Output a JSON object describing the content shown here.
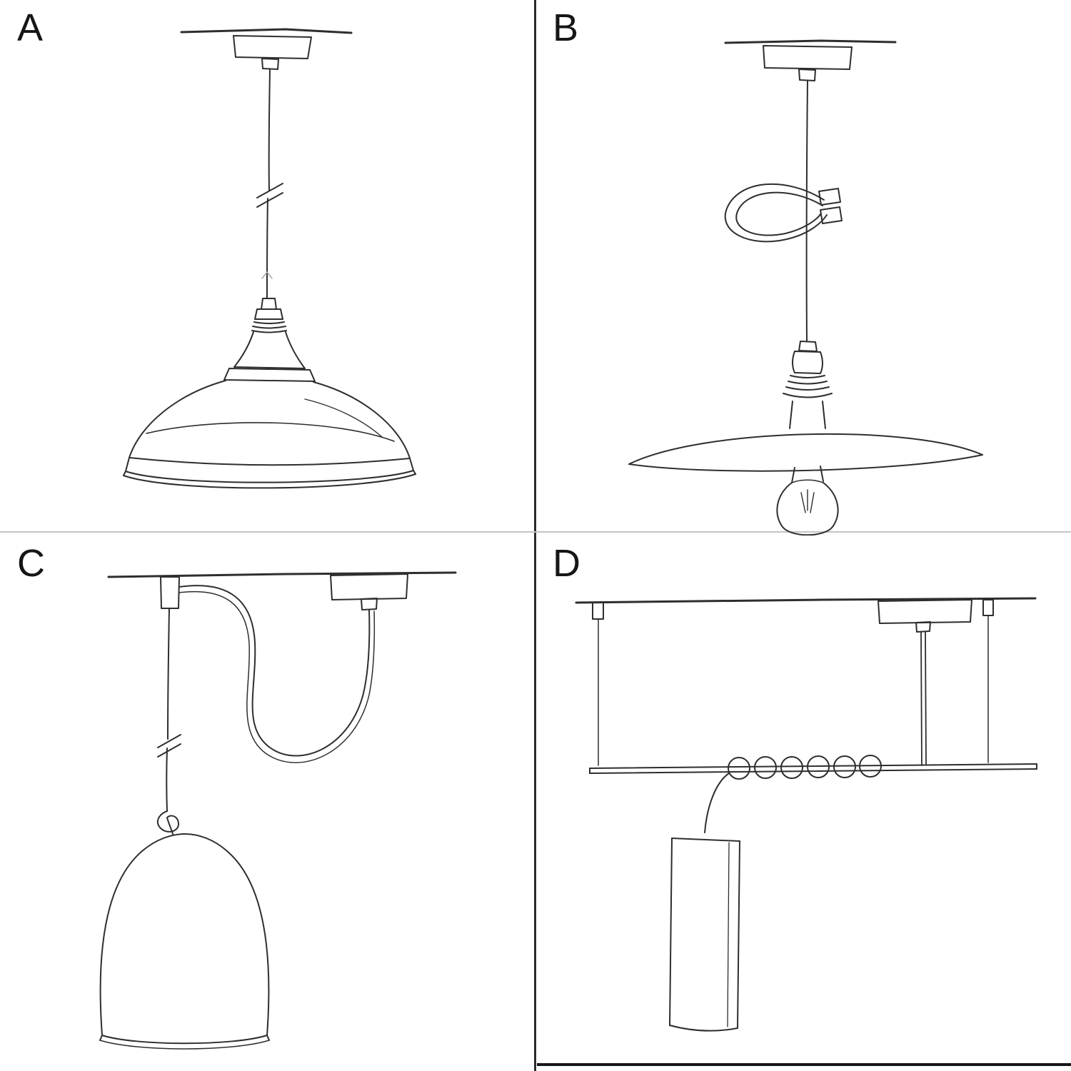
{
  "page": {
    "background": "#ffffff",
    "ink_color": "#2e2e2e",
    "divider_color_vertical": "#2b2b2b",
    "divider_color_horizontal": "#c4c4c4"
  },
  "panels": [
    {
      "label": "A",
      "sketch": "pendant-straight-drop-industrial-shade"
    },
    {
      "label": "B",
      "sketch": "pendant-swag-hook-flat-plate-shade-exposed-bulb"
    },
    {
      "label": "C",
      "sketch": "swag-pendant-with-knot-and-bell-shade"
    },
    {
      "label": "D",
      "sketch": "bar-suspension-coiled-cable-cylinder-shade"
    }
  ]
}
